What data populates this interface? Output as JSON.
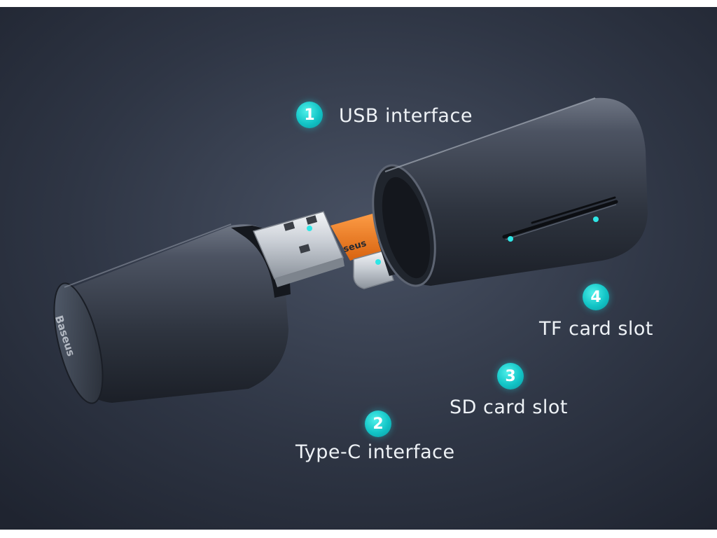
{
  "callouts": [
    {
      "number": "1",
      "label": "USB interface"
    },
    {
      "number": "2",
      "label": "Type-C interface"
    },
    {
      "number": "3",
      "label": "SD card slot"
    },
    {
      "number": "4",
      "label": "TF card slot"
    }
  ],
  "product": {
    "brand_mark": "Baseus",
    "cable_print": "seus"
  },
  "colors": {
    "background": "#2d3442",
    "device_body": "#3a4250",
    "accent_cyan": "#15c8ca",
    "cable_orange": "#f07a1e",
    "label_text": "#eef2f6"
  }
}
